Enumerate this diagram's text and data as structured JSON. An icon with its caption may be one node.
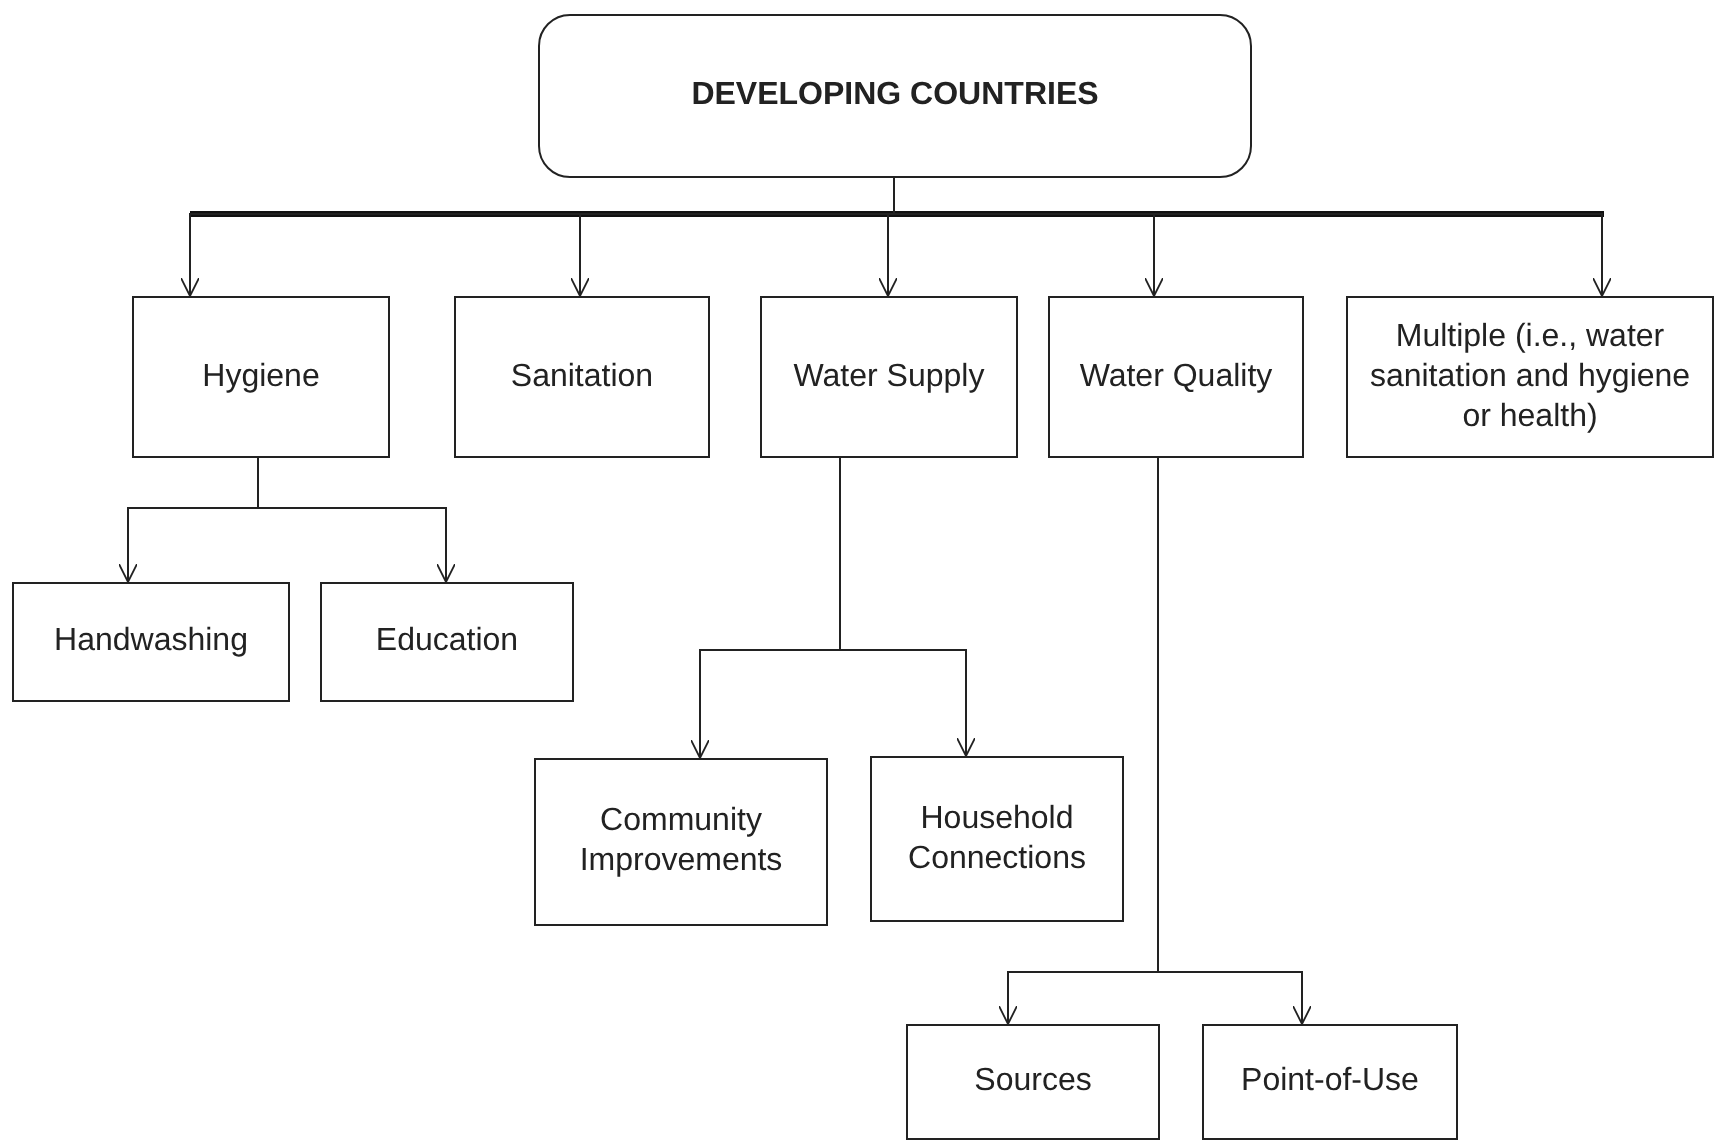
{
  "diagram": {
    "nodes": [
      {
        "text": [
          "DEVELOPING COUNTRIES"
        ]
      },
      {
        "text": [
          "Hygiene"
        ]
      },
      {
        "text": [
          "Sanitation"
        ]
      },
      {
        "text": [
          "Water Supply"
        ]
      },
      {
        "text": [
          "Water Quality"
        ]
      },
      {
        "text": [
          "Multiple (i.e., water sanitation and hygiene or health)"
        ]
      },
      {
        "text": [
          "Handwashing"
        ]
      },
      {
        "text": [
          "Education"
        ]
      },
      {
        "text": [
          "Community Improvements"
        ]
      },
      {
        "text": [
          "Household Connections"
        ]
      },
      {
        "text": [
          "Sources"
        ]
      },
      {
        "text": [
          "Point-of-Use"
        ]
      }
    ],
    "edges": [
      {
        "from": 0,
        "to": 1,
        "arrow": "to"
      },
      {
        "from": 0,
        "to": 2,
        "arrow": "to"
      },
      {
        "from": 0,
        "to": 3,
        "arrow": "to"
      },
      {
        "from": 0,
        "to": 4,
        "arrow": "to"
      },
      {
        "from": 0,
        "to": 5,
        "arrow": "to"
      },
      {
        "from": 1,
        "to": 6,
        "arrow": "to"
      },
      {
        "from": 1,
        "to": 7,
        "arrow": "to"
      },
      {
        "from": 3,
        "to": 8,
        "arrow": "to"
      },
      {
        "from": 3,
        "to": 9,
        "arrow": "to"
      },
      {
        "from": 4,
        "to": 10,
        "arrow": "to"
      },
      {
        "from": 4,
        "to": 11,
        "arrow": "to"
      }
    ]
  }
}
